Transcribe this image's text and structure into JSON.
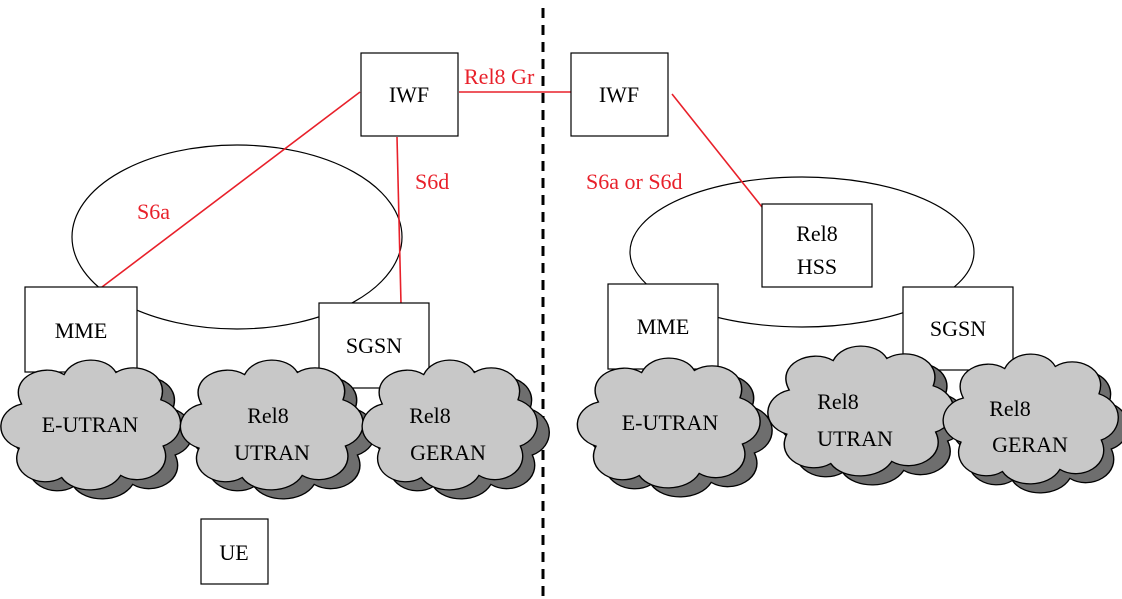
{
  "left": {
    "iwf": "IWF",
    "mme": "MME",
    "sgsn": "SGSN",
    "ue": "UE",
    "s6a": "S6a",
    "s6d": "S6d",
    "clouds": {
      "eutran": [
        "E-UTRAN"
      ],
      "utran": [
        "Rel8",
        "UTRAN"
      ],
      "geran": [
        "Rel8",
        "GERAN"
      ]
    }
  },
  "right": {
    "iwf": "IWF",
    "hss": [
      "Rel8",
      "HSS"
    ],
    "mme": "MME",
    "sgsn": "SGSN",
    "s6a_or_s6d": "S6a or S6d",
    "clouds": {
      "eutran": [
        "E-UTRAN"
      ],
      "utran": [
        "Rel8",
        "UTRAN"
      ],
      "geran": [
        "Rel8",
        "GERAN"
      ]
    }
  },
  "interconnect": "Rel8 Gr",
  "colors": {
    "interface_line": "#e8202a",
    "cloud_fill": "#c8c8c8",
    "cloud_shadow": "#6e6e6e"
  }
}
